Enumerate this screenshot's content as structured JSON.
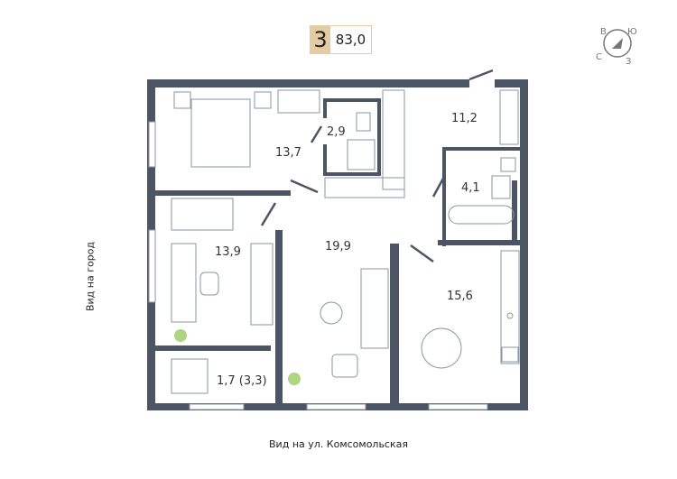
{
  "badge": {
    "rooms": "3",
    "area": "83,0"
  },
  "compass": {
    "north": "С",
    "east": "В",
    "south": "Ю",
    "west": "З"
  },
  "rooms": [
    {
      "name": "bedroom",
      "area": "13,7"
    },
    {
      "name": "bathroom-small",
      "area": "2,9"
    },
    {
      "name": "hallway",
      "area": "11,2"
    },
    {
      "name": "bathroom",
      "area": "4,1"
    },
    {
      "name": "room",
      "area": "13,9"
    },
    {
      "name": "living-room",
      "area": "19,9"
    },
    {
      "name": "kitchen",
      "area": "15,6"
    },
    {
      "name": "balcony",
      "area": "1,7 (3,3)"
    }
  ],
  "views": {
    "left": "Вид на город",
    "bottom": "Вид на ул. Комсомольская"
  },
  "colors": {
    "wall": "#4b5563",
    "furniture": "#8a95a3",
    "badge": "#e4cca2",
    "plant": "#8bc34a"
  }
}
